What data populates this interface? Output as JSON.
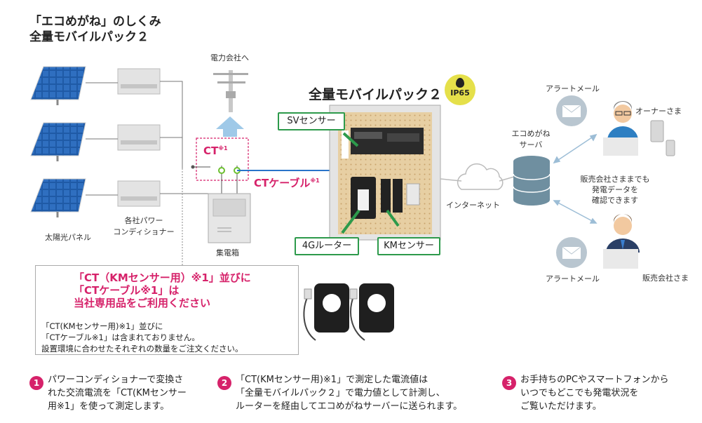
{
  "title": {
    "line1": "「エコめがね」のしくみ",
    "line2": "全量モバイルパック２"
  },
  "labels": {
    "to_power_company": "電力会社へ",
    "solar_panel": "太陽光パネル",
    "power_conditioner_1": "各社パワー",
    "power_conditioner_2": "コンディショナー",
    "junction_box": "集電箱",
    "ct": "CT",
    "ct_sup": "※1",
    "ct_cable": "CTケーブル",
    "ct_cable_sup": "※1",
    "pack_title": "全量モバイルパック２",
    "ip_rating": "IP65",
    "sv_sensor": "SVセンサー",
    "router_4g": "4Gルーター",
    "km_sensor": "KMセンサー",
    "internet": "インターネット",
    "server_1": "エコめがね",
    "server_2": "サーバ",
    "alert_mail_top": "アラートメール",
    "alert_mail_bottom": "アラートメール",
    "owner": "オーナーさま",
    "dealer": "販売会社さま",
    "dealer_note_1": "販売会社さままでも",
    "dealer_note_2": "発電データを",
    "dealer_note_3": "確認できます"
  },
  "warning": {
    "head_1": "「CT（KMセンサー用）※1」並びに",
    "head_2": "「CTケーブル※1」は",
    "head_3": "当社専用品をご利用ください",
    "body_1": "「CT(KMセンサー用)※1」並びに",
    "body_2": "「CTケーブル※1」は含まれておりません。",
    "body_3": "設置環境に合わせたそれぞれの数量をご注文ください。"
  },
  "steps": [
    {
      "num": "1",
      "line1": "パワーコンディショナーで変換さ",
      "line2": "れた交流電流を「CT(KMセンサー",
      "line3": "用※1」を使って測定します。"
    },
    {
      "num": "2",
      "line1": "「CT(KMセンサー用)※1」で測定した電流値は",
      "line2": "「全量モバイルパック２」で電力値として計測し、",
      "line3": "ルーターを経由してエコめがねサーバーに送られます。"
    },
    {
      "num": "3",
      "line1": "お手持ちのPCやスマートフォンから",
      "line2": "いつでもどこでも発電状況を",
      "line3": "ご覧いただけます。"
    }
  ],
  "colors": {
    "accent": "#d6226a",
    "green": "#2d9a4b",
    "cable": "#2a74c9",
    "arrow": "#9fc9e8"
  }
}
